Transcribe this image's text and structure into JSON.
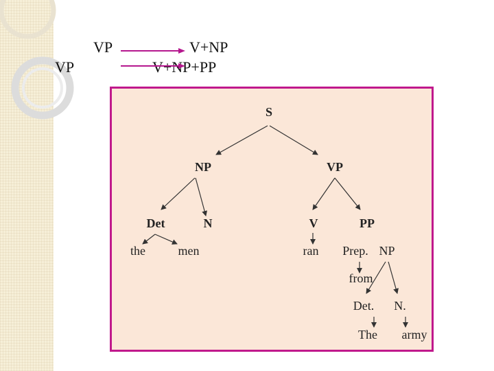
{
  "rules": {
    "rule1_lhs": "VP",
    "rule1_rhs": "V+NP",
    "rule2_lhs": "VP",
    "rule2_rhs": "V+NP+PP",
    "arrow_color": "#b5178e"
  },
  "tree": {
    "border_color": "#c0198c",
    "background": "#fbe7d8",
    "nodes": {
      "s": "S",
      "np": "NP",
      "vp": "VP",
      "det": "Det",
      "n": "N",
      "v": "V",
      "pp": "PP",
      "the": "the",
      "men": "men",
      "ran": "ran",
      "prep": "Prep.",
      "np2": "NP",
      "from": "from",
      "det2": "Det.",
      "n2": "N.",
      "the2": "The",
      "army": "army"
    }
  }
}
